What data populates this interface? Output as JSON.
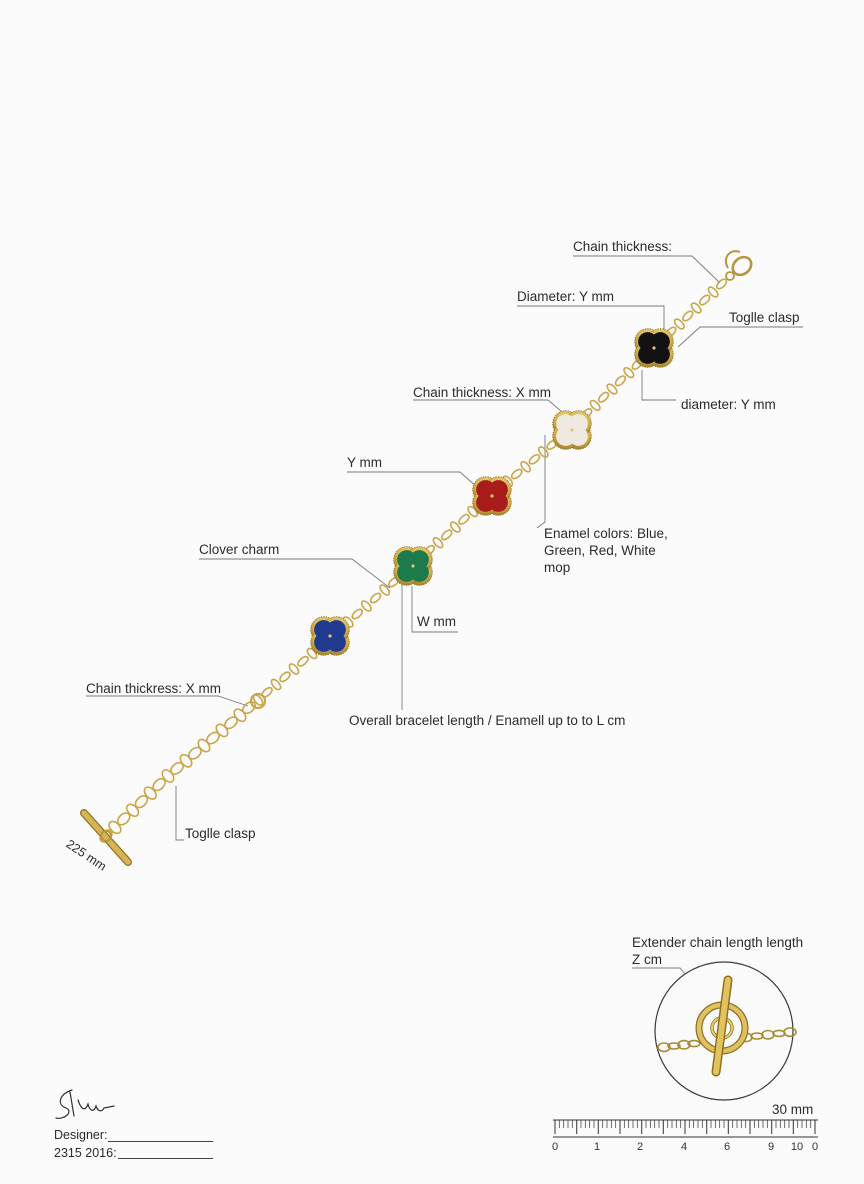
{
  "annotations": [
    {
      "id": "chain-thickness-top",
      "text": "Chain thickness:"
    },
    {
      "id": "diameter-top",
      "text": "Diameter: Y mm"
    },
    {
      "id": "toggle-clasp-top",
      "text": "Toglle clasp"
    },
    {
      "id": "chain-thickness-mid",
      "text": "Chain thickness: X mm"
    },
    {
      "id": "diameter-right",
      "text": "diameter: Y mm"
    },
    {
      "id": "y-mm",
      "text": "Y mm"
    },
    {
      "id": "enamel-colors",
      "text": "Enamel colors: Blue, Green, Red, White mop"
    },
    {
      "id": "clover-charm",
      "text": "Clover charm"
    },
    {
      "id": "w-mm",
      "text": "W mm"
    },
    {
      "id": "chain-thickness-left",
      "text": "Chain thickress: X mm"
    },
    {
      "id": "overall-length",
      "text": "Overall bracelet length / Enamell up to to L cm"
    },
    {
      "id": "toggle-clasp-bottom",
      "text": "Toglle clasp"
    }
  ],
  "bar_dimension": "225 mm",
  "detail": {
    "label": "Extender chain length length Z cm"
  },
  "ruler": {
    "label": "30 mm",
    "ticks": [
      "0",
      "1",
      "2",
      "4",
      "6",
      "9",
      "10",
      "0"
    ]
  },
  "designer": {
    "label": "Designer:",
    "date_label": "2315 2016:"
  },
  "charms": [
    {
      "name": "blue",
      "color": "#1f3a8f"
    },
    {
      "name": "green",
      "color": "#1d7a4a"
    },
    {
      "name": "red",
      "color": "#a81c1c"
    },
    {
      "name": "white-mop",
      "color": "#eeeae2"
    },
    {
      "name": "black-onyx",
      "color": "#121212"
    }
  ],
  "colors": {
    "gold": "#c9a64a",
    "gold_dark": "#8f7124"
  }
}
